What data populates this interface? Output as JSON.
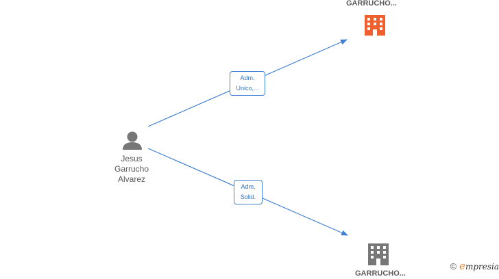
{
  "nodes": {
    "person": {
      "name_lines": [
        "Jesus",
        "Garrucho",
        "Alvarez"
      ],
      "icon": "person-icon",
      "color": "#777777"
    },
    "company_top": {
      "label": "GARRUCHO...",
      "icon": "building-icon",
      "color": "#f0602e"
    },
    "company_bottom": {
      "label": "GARRUCHO...",
      "icon": "building-icon",
      "color": "#777777"
    }
  },
  "edges": [
    {
      "from": "person",
      "to": "company_top",
      "label_lines": [
        "Adm.",
        "Unico,..."
      ]
    },
    {
      "from": "person",
      "to": "company_bottom",
      "label_lines": [
        "Adm.",
        "Solid."
      ]
    }
  ],
  "colors": {
    "edge": "#3f7fd1"
  },
  "watermark": {
    "copyright": "©",
    "brand_initial": "e",
    "brand_rest": "mpresia"
  }
}
